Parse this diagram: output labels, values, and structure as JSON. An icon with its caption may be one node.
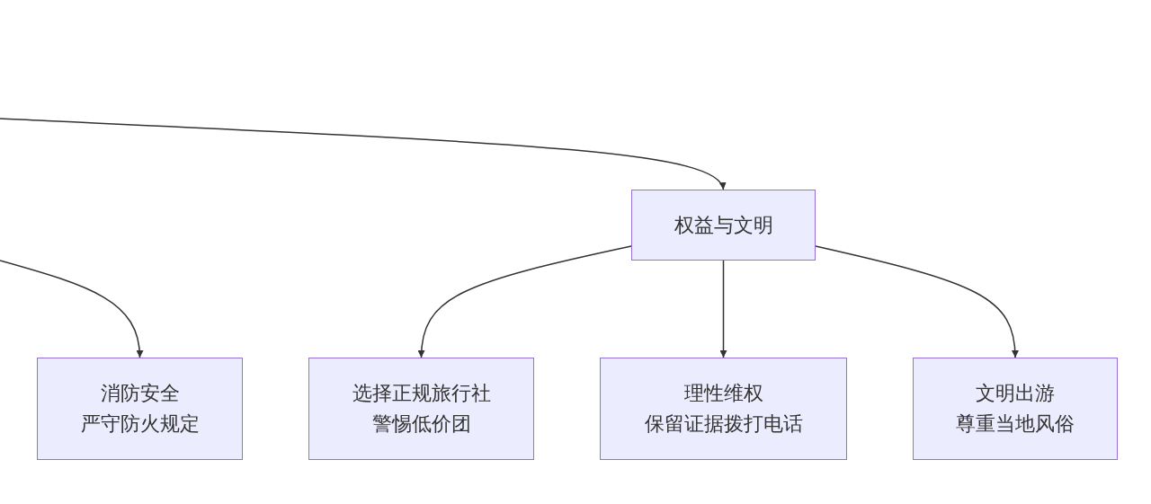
{
  "diagram": {
    "nodes": [
      {
        "text": [
          "权益与文明"
        ]
      },
      {
        "text": [
          "消防安全",
          "严守防火规定"
        ]
      },
      {
        "text": [
          "选择正规旅行社",
          "警惕低价团"
        ]
      },
      {
        "text": [
          "理性维权",
          "保留证据拨打电话"
        ]
      },
      {
        "text": [
          "文明出游",
          "尊重当地风俗"
        ]
      }
    ],
    "edges": [
      {
        "from": null,
        "to": 0,
        "arrow": "to"
      },
      {
        "from": null,
        "to": 1,
        "arrow": "to"
      },
      {
        "from": 0,
        "to": 2,
        "arrow": "to"
      },
      {
        "from": 0,
        "to": 3,
        "arrow": "to"
      },
      {
        "from": 0,
        "to": 4,
        "arrow": "to"
      }
    ]
  }
}
